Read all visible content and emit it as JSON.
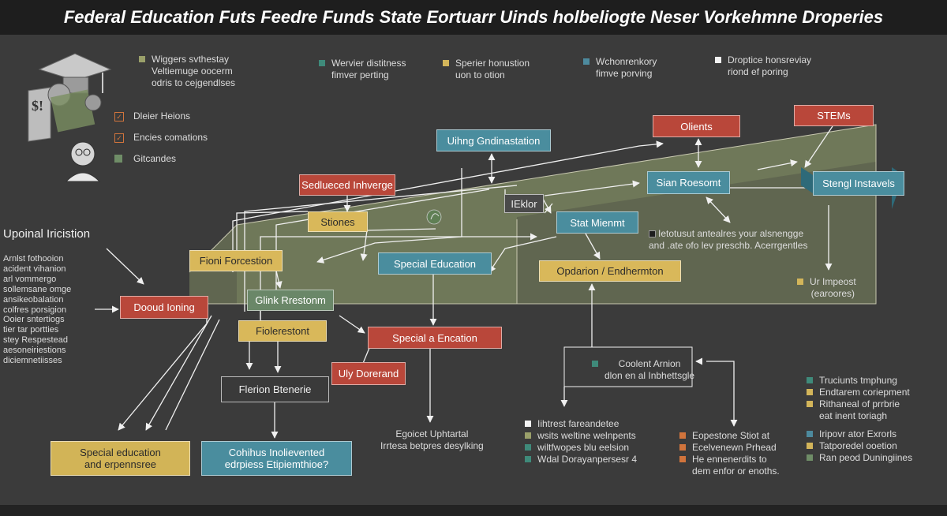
{
  "title": "Federal Education Futs Feedre Funds State Eortuarr Uinds holbeliogte Neser Vorkehmne Droperies",
  "legend_top": [
    {
      "color": "#9aa06a",
      "lines": [
        "Wiggers svthestay",
        "Veltiemuge oocerm",
        "odris to cejgendlses"
      ]
    },
    {
      "color": "#3f8a7a",
      "lines": [
        "Wervier distitness",
        "fimver perting"
      ]
    },
    {
      "color": "#d3b55a",
      "lines": [
        "Sperier honustion",
        "uon to otion"
      ]
    },
    {
      "color": "#4d8a9e",
      "lines": [
        "Wchonrenkory",
        "fimve porving"
      ]
    },
    {
      "color": "#f2f2f2",
      "lines": [
        "Droptice honsreviay",
        "riond ef poring"
      ]
    }
  ],
  "side_legend": [
    "Dleier Heions",
    "Encies comations",
    "Gitcandes"
  ],
  "left_title": "Upoinal Iricistion",
  "left_text": [
    "Arnlst fothooion",
    "acident vihanion",
    "arl vommergo",
    "sollemsane omge",
    "ansikeobalation",
    "colfres porsigion",
    "Ooier sntertiogs",
    "tier tar portties",
    "stey Respestead",
    "aesoneiriestions",
    "diciemnetiisses"
  ],
  "boxes": {
    "doudd": "Dooud Ioning",
    "fiori": "Fioni Forcestion",
    "glink": "Glink Rrestonm",
    "fiolere": "Fiolerestont",
    "flerion": "Flerion Btenerie",
    "seduced": "Sedlueced Inhverge",
    "stiones": "Stiones",
    "special1": "Special Education",
    "special2": "Special  a Encation",
    "uly": "Uly Dorerand",
    "uihng": "Uihng Gndinastation",
    "eklor": "IEklor",
    "stat": "Stat Mienmt",
    "olients": "Olients",
    "sian": "Sian Roesomt",
    "stem": "STEMs",
    "stengl": "Stengl Instavels",
    "opdarion": "Opdarion / Endhermton",
    "special_bottom": [
      "Special education",
      "and erpennsree"
    ],
    "cohinus": [
      "Cohihus Inolievented",
      "edrpiess Etipiemthioe?"
    ]
  },
  "stat_note": [
    "Ietotusut antealres your alsnengge",
    "and .ate ofo lev preschb. Acerrgentles"
  ],
  "umpect": [
    "Ur Impeost",
    "(earoores)"
  ],
  "coolent": [
    "Coolent Arnion",
    "dlon en al Inbhettsgle"
  ],
  "egdcet": [
    "Egoicet Uphtartal",
    "Irrtesa betpres desylking"
  ],
  "bottom_lists": [
    {
      "items": [
        {
          "color": "#f2f2f2",
          "text": "Iihtrest fareandetee"
        },
        {
          "color": "#9aa06a",
          "text": "wsits weltine welnpents"
        },
        {
          "color": "#3f8a7a",
          "text": "wiltfwopes blu eelsion"
        },
        {
          "color": "#3f8a7a",
          "text": "Wdal  Dorayanpersesr  4"
        }
      ]
    },
    {
      "items": [
        {
          "color": "#d1743c",
          "text": "Eopestone Stiot at"
        },
        {
          "color": "#d1743c",
          "text": "Ecelvenewn Prhead"
        },
        {
          "color": "#d1743c",
          "text": "He ennenerdits to"
        },
        {
          "color": "",
          "text": "dem enfor or enoths."
        }
      ]
    },
    {
      "items": [
        {
          "color": "#3f8a7a",
          "text": "Truciunts tmphung"
        },
        {
          "color": "#d3b55a",
          "text": "Endtarem coriepment"
        },
        {
          "color": "#d3b55a",
          "text": "Rithaneal of prrbrie"
        },
        {
          "color": "",
          "text": "eat inent toriagh"
        },
        {
          "color": "#4d8a9e",
          "text": "Iripovr ator Exrorls"
        },
        {
          "color": "#d3b55a",
          "text": "Tatporedel ooetion"
        },
        {
          "color": "#6f8d67",
          "text": "Ran peod Duningiines"
        }
      ]
    }
  ]
}
